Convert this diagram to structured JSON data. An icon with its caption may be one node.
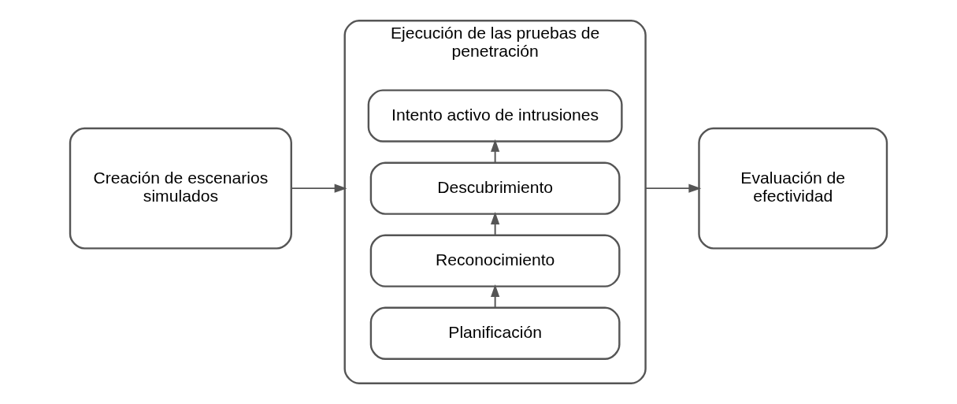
{
  "diagram": {
    "nodes": [
      {
        "text": [
          "Creación de escenarios simulados"
        ]
      },
      {
        "text": [
          "Ejecución de las pruebas de penetración"
        ]
      },
      {
        "text": [
          "Planificación"
        ],
        "in": 1
      },
      {
        "text": [
          "Reconocimiento"
        ],
        "in": 1
      },
      {
        "text": [
          "Descubrimiento"
        ],
        "in": 1
      },
      {
        "text": [
          "Intento activo de intrusiones"
        ],
        "in": 1
      },
      {
        "text": [
          "Evaluación de efectividad"
        ]
      }
    ],
    "edges": [
      {
        "from": 0,
        "to": 1,
        "arrow": "to"
      },
      {
        "from": 2,
        "to": 3,
        "arrow": "to"
      },
      {
        "from": 3,
        "to": 4,
        "arrow": "to"
      },
      {
        "from": 4,
        "to": 5,
        "arrow": "to"
      },
      {
        "from": 1,
        "to": 6,
        "arrow": "to"
      }
    ]
  }
}
